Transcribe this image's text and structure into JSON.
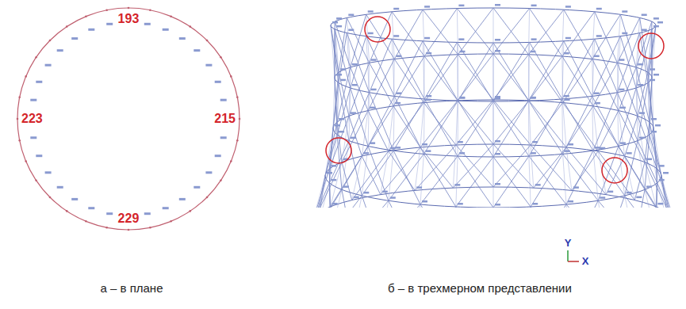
{
  "diagram": {
    "labels": [
      "193",
      "223",
      "215",
      "229",
      "Y",
      "X",
      "а – в плане",
      "б – в трехмерном представлении"
    ]
  }
}
